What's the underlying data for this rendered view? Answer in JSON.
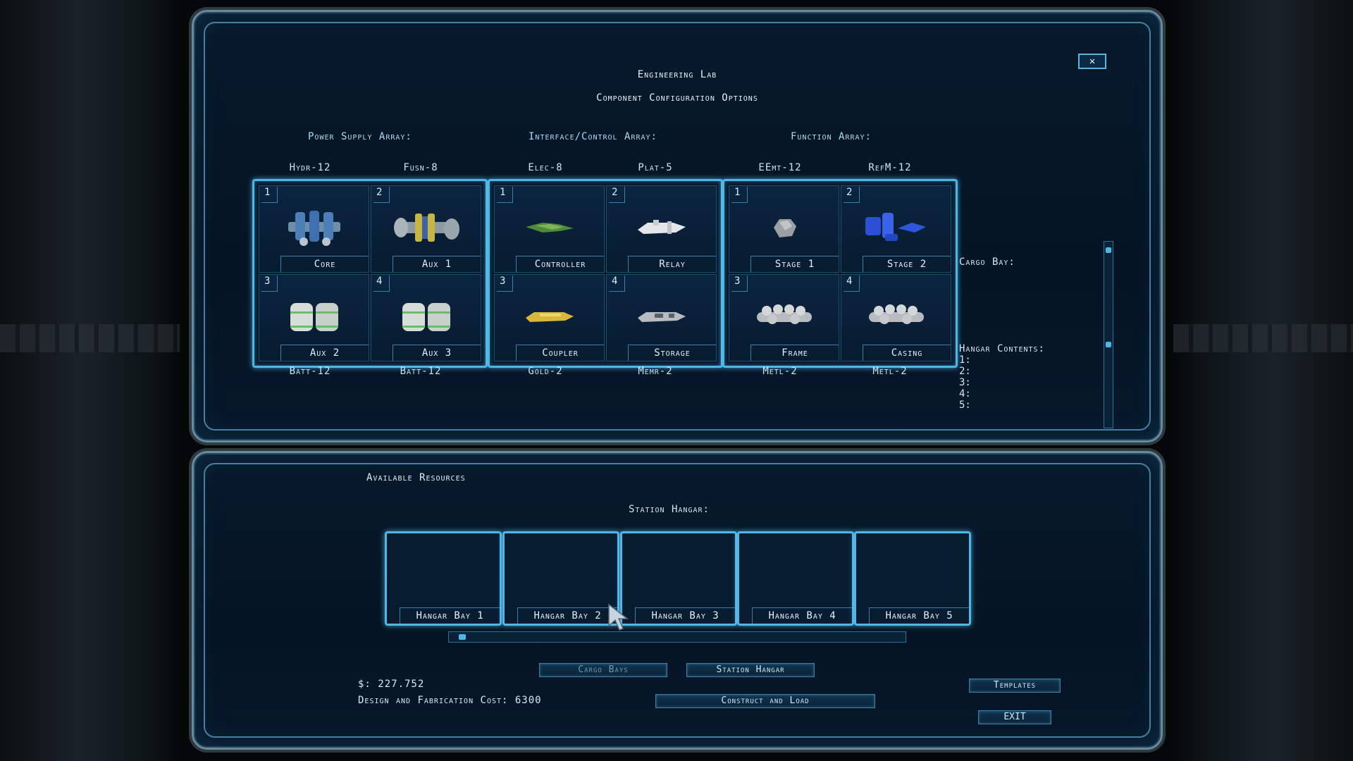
{
  "window": {
    "title": "Engineering Lab",
    "subtitle": "Component Configuration Options",
    "close_symbol": "✕"
  },
  "arrays": [
    {
      "header": "Power Supply Array:",
      "top_labels": [
        "Hydr-12",
        "Fusn-8"
      ],
      "bottom_labels": [
        "Batt-12",
        "Batt-12"
      ],
      "cells": [
        {
          "num": "1",
          "name": "Core",
          "icon": "reactor-core-icon"
        },
        {
          "num": "2",
          "name": "Aux 1",
          "icon": "fusion-generator-icon"
        },
        {
          "num": "3",
          "name": "Aux 2",
          "icon": "battery-pack-icon"
        },
        {
          "num": "4",
          "name": "Aux 3",
          "icon": "battery-pack-icon"
        }
      ]
    },
    {
      "header": "Interface/Control Array:",
      "top_labels": [
        "Elec-8",
        "Plat-5"
      ],
      "bottom_labels": [
        "Gold-2",
        "Memr-2"
      ],
      "cells": [
        {
          "num": "1",
          "name": "Controller",
          "icon": "circuit-controller-icon"
        },
        {
          "num": "2",
          "name": "Relay",
          "icon": "relay-module-icon"
        },
        {
          "num": "3",
          "name": "Coupler",
          "icon": "gold-coupler-icon"
        },
        {
          "num": "4",
          "name": "Storage",
          "icon": "memory-storage-icon"
        }
      ]
    },
    {
      "header": "Function Array:",
      "top_labels": [
        "EEmt-12",
        "RefM-12"
      ],
      "bottom_labels": [
        "Metl-2",
        "Metl-2"
      ],
      "cells": [
        {
          "num": "1",
          "name": "Stage 1",
          "icon": "ore-stage-icon"
        },
        {
          "num": "2",
          "name": "Stage 2",
          "icon": "crystal-stage-icon"
        },
        {
          "num": "3",
          "name": "Frame",
          "icon": "metal-frame-icon"
        },
        {
          "num": "4",
          "name": "Casing",
          "icon": "metal-casing-icon"
        }
      ]
    }
  ],
  "cargo": {
    "label": "Cargo Bay:",
    "hangar_label": "Hangar Contents:",
    "hangar_items": [
      "1:",
      "2:",
      "3:",
      "4:",
      "5:"
    ]
  },
  "resources": {
    "tab": "Available Resources",
    "station_label": "Station Hangar:",
    "bays": [
      "Hangar Bay 1",
      "Hangar Bay 2",
      "Hangar Bay 3",
      "Hangar Bay 4",
      "Hangar Bay 5"
    ]
  },
  "buttons": {
    "cargo_bays": "Cargo Bays",
    "station_hangar": "Station Hangar",
    "construct": "Construct and Load",
    "templates": "Templates",
    "exit": "EXIT"
  },
  "money": {
    "balance": "$: 227.752",
    "cost": "Design and Fabrication Cost: 6300"
  },
  "colors": {
    "accent": "#4fb6e6",
    "panel": "#061628"
  }
}
